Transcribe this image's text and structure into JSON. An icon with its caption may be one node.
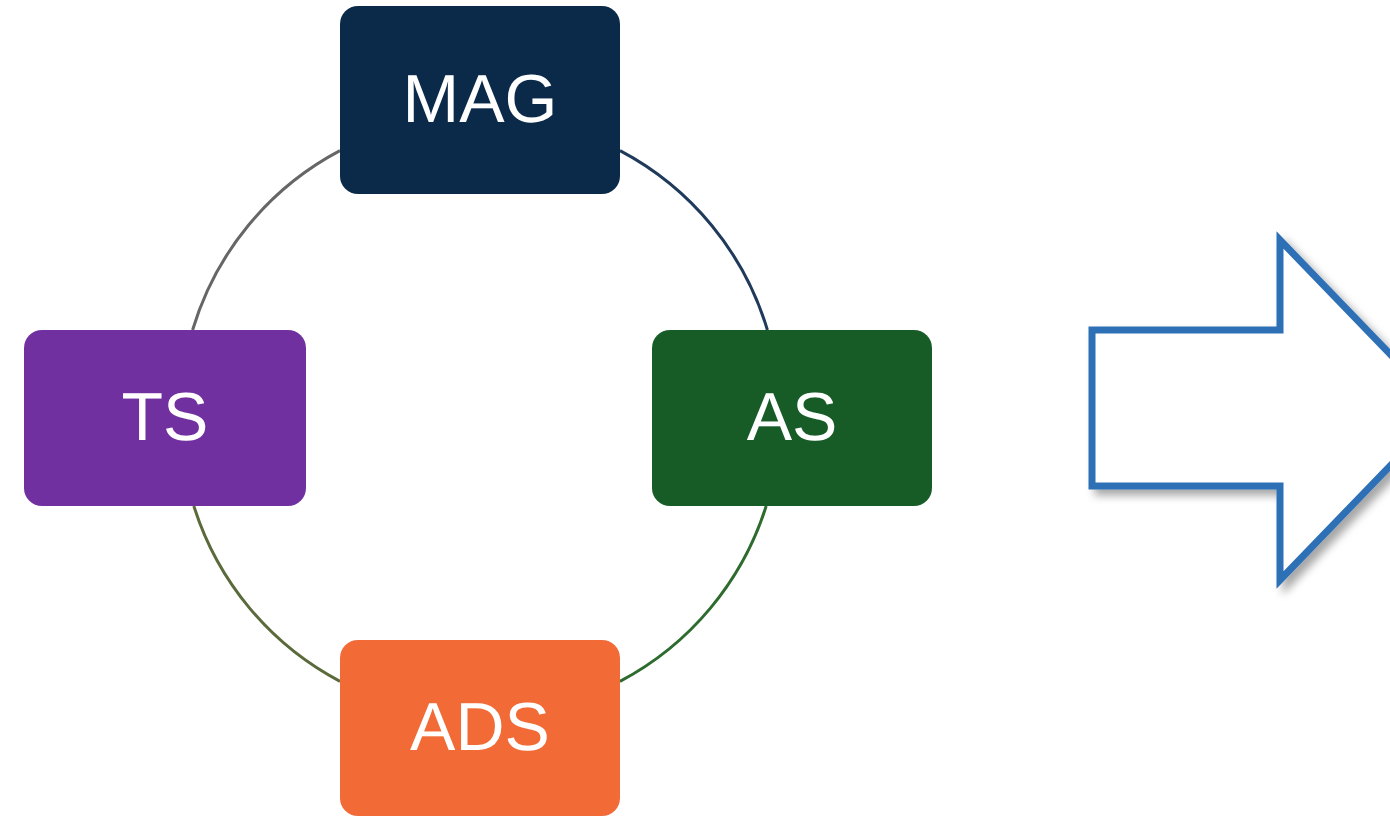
{
  "diagram": {
    "nodes": [
      {
        "text": [
          "MAG"
        ]
      },
      {
        "text": [
          "AS"
        ]
      },
      {
        "text": [
          "ADS"
        ]
      },
      {
        "text": [
          "TS"
        ]
      }
    ],
    "edges": [
      {
        "from": 0,
        "to": 1,
        "arrow": "none",
        "color": "#1f3a5a"
      },
      {
        "from": 1,
        "to": 2,
        "arrow": "none",
        "color": "#2e6b2e"
      },
      {
        "from": 2,
        "to": 3,
        "arrow": "none",
        "color": "#5a6a3a"
      },
      {
        "from": 3,
        "to": 0,
        "arrow": "none",
        "color": "#666666"
      }
    ]
  }
}
